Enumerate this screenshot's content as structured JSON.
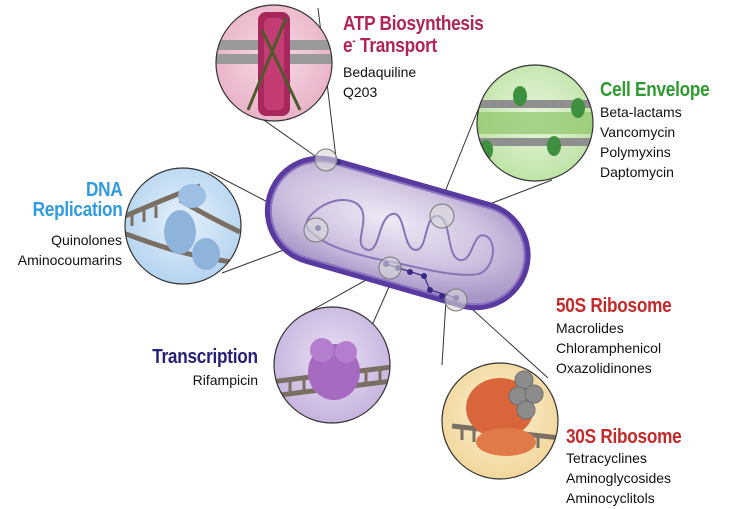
{
  "colors": {
    "atp": "#b0245a",
    "envelope": "#2f9a2f",
    "dna": "#2f9be0",
    "transcription": "#27207a",
    "ribosome": "#c42a2a",
    "drug_text": "#111111"
  },
  "groups": {
    "atp": {
      "title_line1": "ATP Biosynthesis",
      "title_line2": "e",
      "title_sup": "-",
      "title_line2_rest": " Transport",
      "drugs": [
        "Bedaquiline",
        "Q203"
      ]
    },
    "envelope": {
      "title": "Cell Envelope",
      "drugs": [
        "Beta-lactams",
        "Vancomycin",
        "Polymyxins",
        "Daptomycin"
      ]
    },
    "dna": {
      "title_line1": "DNA",
      "title_line2": "Replication",
      "drugs": [
        "Quinolones",
        "Aminocoumarins"
      ]
    },
    "transcription": {
      "title": "Transcription",
      "drugs": [
        "Rifampicin"
      ]
    },
    "ribosome50": {
      "title": "50S Ribosome",
      "drugs": [
        "Macrolides",
        "Chloramphenicol",
        "Oxazolidinones"
      ]
    },
    "ribosome30": {
      "title": "30S Ribosome",
      "drugs": [
        "Tetracyclines",
        "Aminoglycosides",
        "Aminocyclitols"
      ]
    }
  }
}
